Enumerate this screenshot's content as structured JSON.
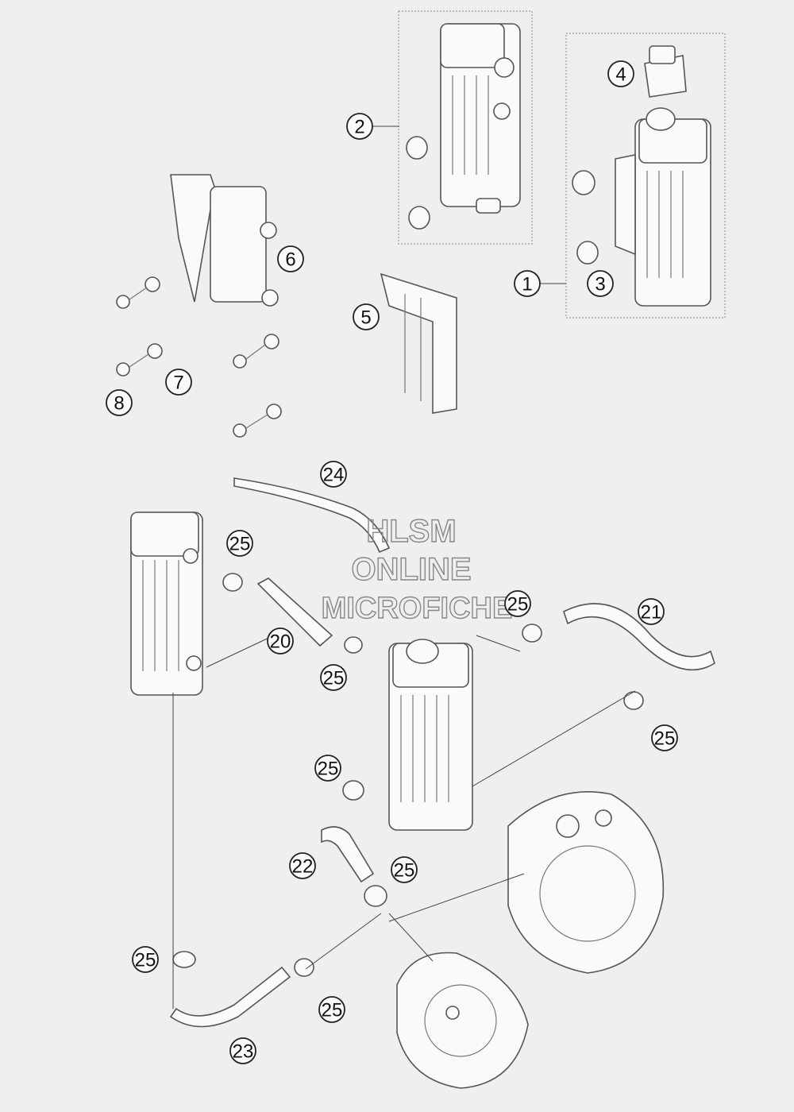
{
  "watermark": {
    "line1": "HLSM",
    "line2": "ONLINE",
    "line3": "MICROFICHE"
  },
  "callouts": [
    "1",
    "2",
    "3",
    "4",
    "5",
    "6",
    "7",
    "8",
    "20",
    "21",
    "22",
    "23",
    "24",
    "25"
  ]
}
